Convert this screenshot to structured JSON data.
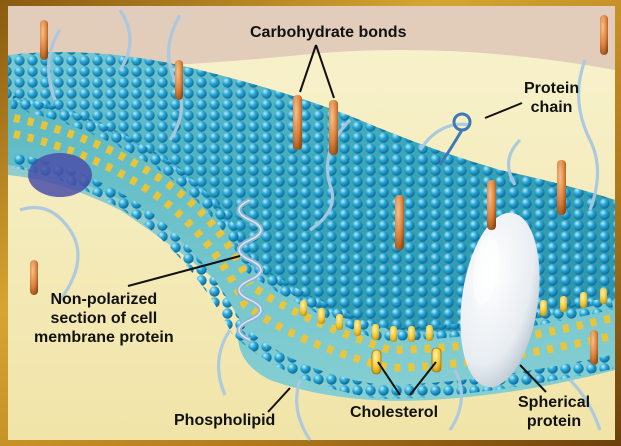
{
  "colors": {
    "frame_gold": "#d6a531",
    "background_cream": "#f6eebc",
    "membrane_teal": "#4fb6c0",
    "head_blue": "#1d9bc4",
    "tail_yellow": "#f0c431",
    "carbohydrate_orange": "#d9803a",
    "protein_white": "#f4f6f8"
  },
  "labels": {
    "carbohydrate_bonds": "Carbohydrate bonds",
    "protein_chain": [
      "Protein",
      "chain"
    ],
    "non_polarized": [
      "Non-polarized",
      "section of cell",
      "membrane protein"
    ],
    "phospholipid": "Phospholipid",
    "cholesterol": "Cholesterol",
    "spherical_protein": [
      "Spherical",
      "protein"
    ]
  }
}
